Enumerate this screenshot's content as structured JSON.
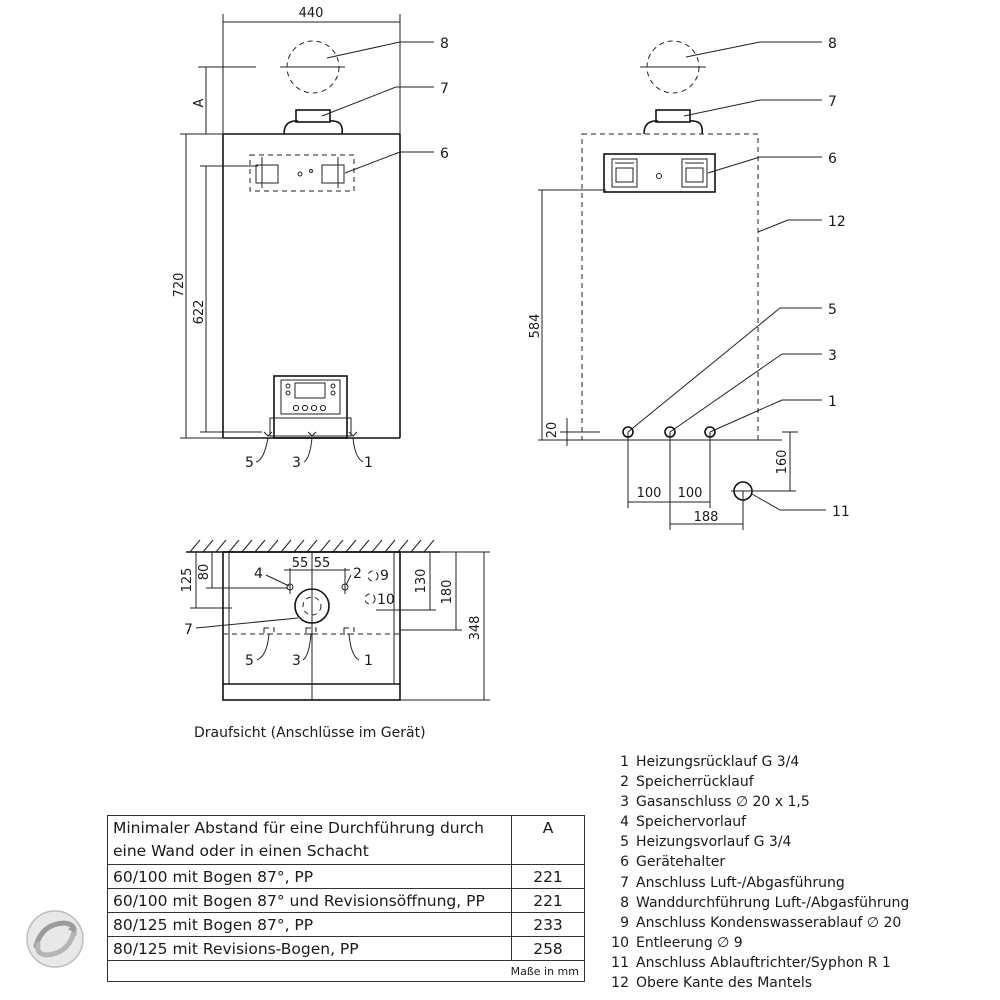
{
  "dims": {
    "width_top": "440",
    "a_label": "A",
    "h720": "720",
    "h622": "622",
    "h584": "584",
    "h20": "20",
    "h160": "160",
    "w100a": "100",
    "w100b": "100",
    "w188": "188",
    "p125": "125",
    "p80": "80",
    "p55a": "55",
    "p55b": "55",
    "p130": "130",
    "p180": "180",
    "p348": "348"
  },
  "callouts": {
    "front": {
      "c8": "8",
      "c7": "7",
      "c6": "6",
      "c5": "5",
      "c3": "3",
      "c1": "1"
    },
    "side": {
      "c8": "8",
      "c7": "7",
      "c6": "6",
      "c12": "12",
      "c5": "5",
      "c3": "3",
      "c1": "1",
      "c11": "11"
    },
    "plan": {
      "c4": "4",
      "c2": "2",
      "c9": "9",
      "c10": "10",
      "c7": "7",
      "c5": "5",
      "c3": "3",
      "c1": "1"
    }
  },
  "caption": "Draufsicht (Anschlüsse im Gerät)",
  "table": {
    "header_text": "Minimaler Abstand für eine Durchführung durch eine Wand oder in einen Schacht",
    "header_a": "A",
    "rows": [
      {
        "label": "60/100 mit Bogen 87°, PP",
        "value": "221"
      },
      {
        "label": "60/100 mit Bogen 87° und Revisionsöffnung, PP",
        "value": "221"
      },
      {
        "label": "80/125 mit Bogen 87°, PP",
        "value": "233"
      },
      {
        "label": "80/125 mit Revisions-Bogen, PP",
        "value": "258"
      }
    ],
    "unit_note": "Maße in mm"
  },
  "legend": [
    {
      "num": "1",
      "text": "Heizungsrücklauf G 3/4"
    },
    {
      "num": "2",
      "text": "Speicherrücklauf"
    },
    {
      "num": "3",
      "text": "Gasanschluss ∅ 20 x 1,5"
    },
    {
      "num": "4",
      "text": "Speichervorlauf"
    },
    {
      "num": "5",
      "text": "Heizungsvorlauf G 3/4"
    },
    {
      "num": "6",
      "text": "Gerätehalter"
    },
    {
      "num": "7",
      "text": "Anschluss Luft-/Abgasführung"
    },
    {
      "num": "8",
      "text": "Wanddurchführung Luft-/Abgasführung"
    },
    {
      "num": "9",
      "text": "Anschluss Kondenswasserablauf ∅ 20"
    },
    {
      "num": "10",
      "text": "Entleerung ∅ 9"
    },
    {
      "num": "11",
      "text": "Anschluss Ablauftrichter/Syphon R 1"
    },
    {
      "num": "12",
      "text": "Obere Kante des Mantels"
    }
  ]
}
